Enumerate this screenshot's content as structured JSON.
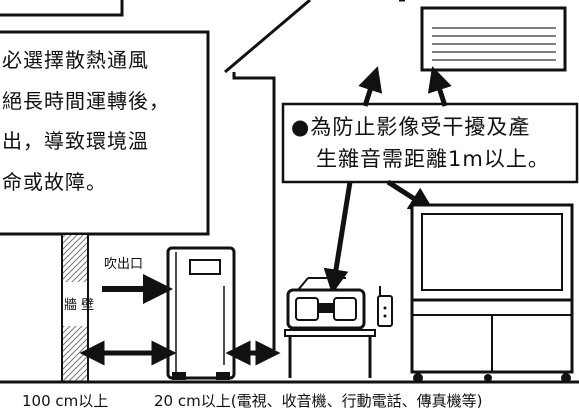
{
  "warning_text": {
    "lines": [
      "必選擇散熱通風",
      "絕長時間運轉後，",
      "出，導致環境溫",
      "命或故障。"
    ]
  },
  "interference_note": {
    "lines": [
      "●為防止影像受干擾及產",
      "生雜音需距離1m以上。"
    ]
  },
  "labels": {
    "outlet": "吹出口",
    "wall": "牆 壁"
  },
  "captions": {
    "wall_distance": "100 cm以上",
    "device_distance": "20 cm以上(電視、收音機、行動電話、傳真機等)"
  },
  "colors": {
    "ink": "#111111",
    "paper": "#ffffff",
    "hatch": "#888888"
  }
}
